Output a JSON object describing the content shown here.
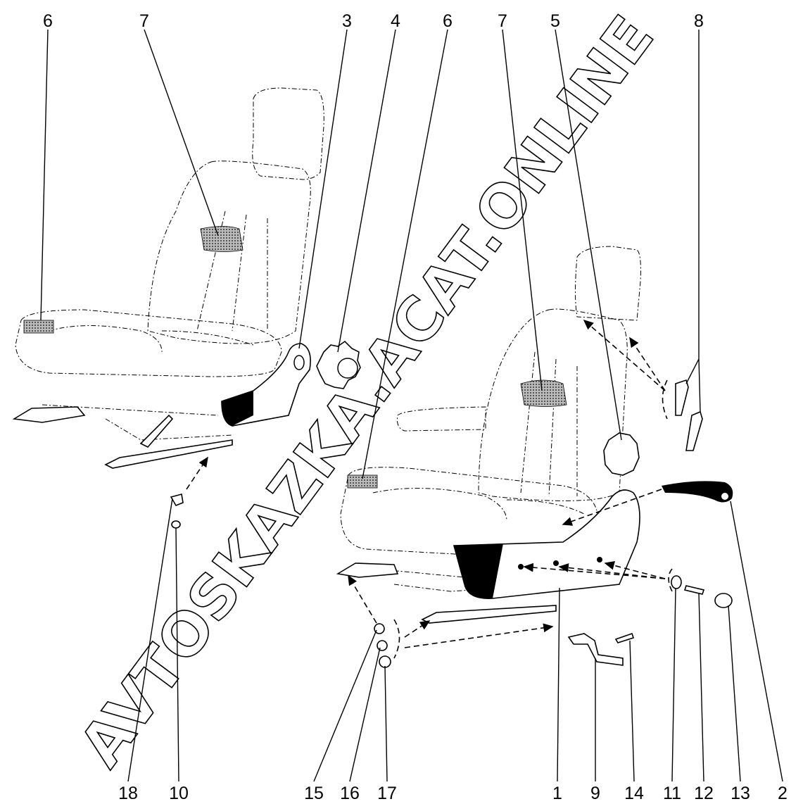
{
  "watermark": "AVTOSKAZKA.ACAT.ONLINE",
  "callouts_top": [
    "6",
    "7",
    "3",
    "4",
    "6",
    "7",
    "5",
    "8"
  ],
  "callouts_bottom": [
    "18",
    "10",
    "15",
    "16",
    "17",
    "1",
    "9",
    "14",
    "11",
    "12",
    "13",
    "2"
  ]
}
